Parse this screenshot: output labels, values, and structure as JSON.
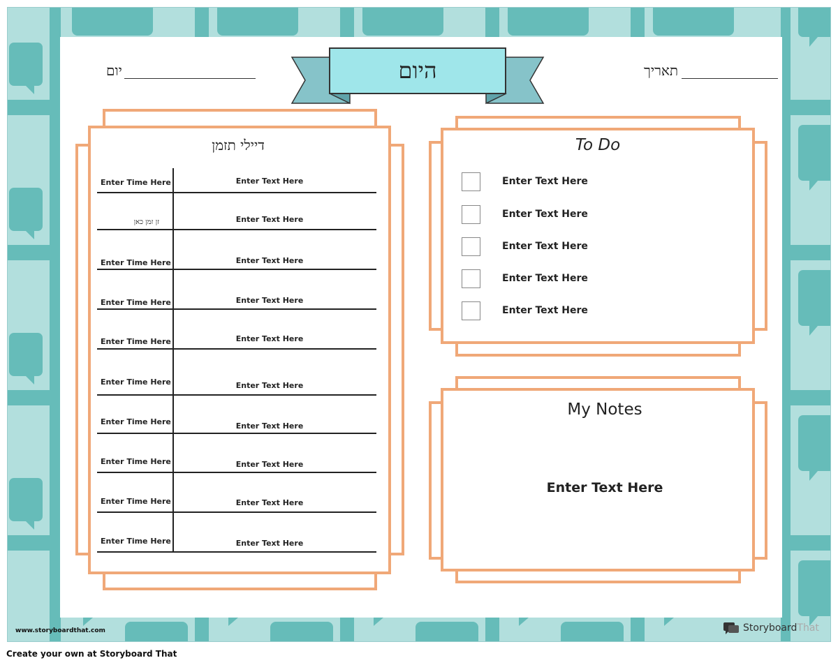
{
  "header": {
    "day_label": "יום",
    "date_label": "תאריך",
    "banner_title": "היום"
  },
  "schedule": {
    "title": "דיילי תזמן",
    "rows": [
      {
        "time": "Enter Time Here",
        "text": "Enter Text Here"
      },
      {
        "time": "זן זמן כאן",
        "text": "Enter Text Here"
      },
      {
        "time": "Enter Time Here",
        "text": "Enter Text Here"
      },
      {
        "time": "Enter Time Here",
        "text": "Enter Text Here"
      },
      {
        "time": "Enter Time Here",
        "text": "Enter Text Here"
      },
      {
        "time": "Enter Time Here",
        "text": "Enter Text Here"
      },
      {
        "time": "Enter Time Here",
        "text": "Enter Text Here"
      },
      {
        "time": "Enter Time Here",
        "text": "Enter Text Here"
      },
      {
        "time": "Enter Time Here",
        "text": "Enter Text Here"
      },
      {
        "time": "Enter Time Here",
        "text": "Enter Text Here"
      }
    ]
  },
  "todo": {
    "title": "To Do",
    "items": [
      "Enter Text Here",
      "Enter Text Here",
      "Enter Text Here",
      "Enter Text Here",
      "Enter Text Here"
    ]
  },
  "notes": {
    "title": "My Notes",
    "text": "Enter Text Here"
  },
  "footer": {
    "url": "www.storyboardthat.com",
    "brand_storyboard": "Storyboard",
    "brand_that": "That",
    "cta": "Create your own at Storyboard That"
  },
  "colors": {
    "background_teal": "#b2dfdd",
    "tile_teal": "#66bcb9",
    "frame_orange": "#f0a878",
    "banner_light": "#9fe6ea",
    "banner_dark": "#86c3c9"
  }
}
